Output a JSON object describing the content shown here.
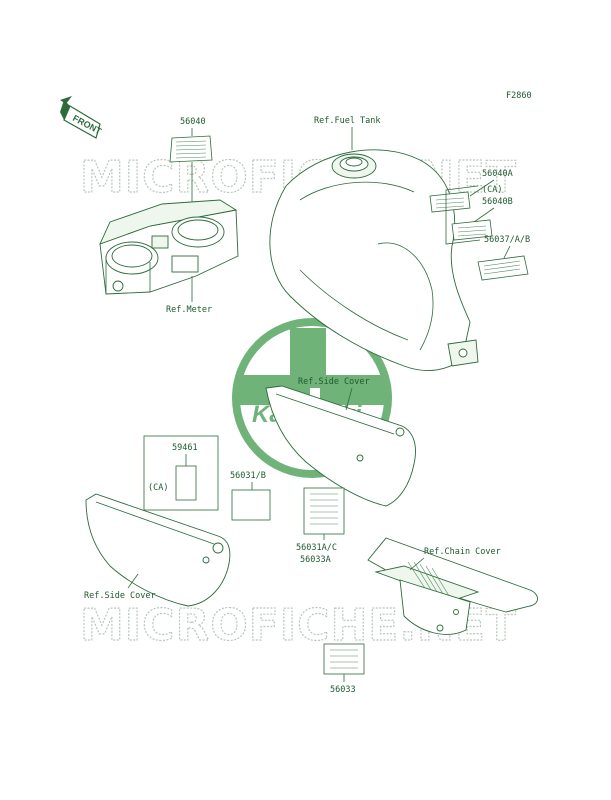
{
  "figure_code": "F2860",
  "front_arrow_label": "FRONT",
  "watermark": "MICROFICHE.NET",
  "logo_text": "Kawasaki",
  "callouts": {
    "p56040": "56040",
    "ref_meter": "Ref.Meter",
    "ref_fuel_tank": "Ref.Fuel Tank",
    "p56040a": "56040A",
    "ca_1": "(CA)",
    "p56040b": "56040B",
    "p56037ab": "56037/A/B",
    "ref_side_cover_right": "Ref.Side Cover",
    "p59461": "59461",
    "ca_2": "(CA)",
    "p56031b": "56031/B",
    "p56031ac": "56031A/C",
    "p56033a": "56033A",
    "ref_chain_cover": "Ref.Chain Cover",
    "ref_side_cover_left": "Ref.Side Cover",
    "p56033": "56033"
  },
  "colors": {
    "line": "#2d6b3b",
    "watermark": "#b9c7bc",
    "logo": "#3f9a4d"
  }
}
